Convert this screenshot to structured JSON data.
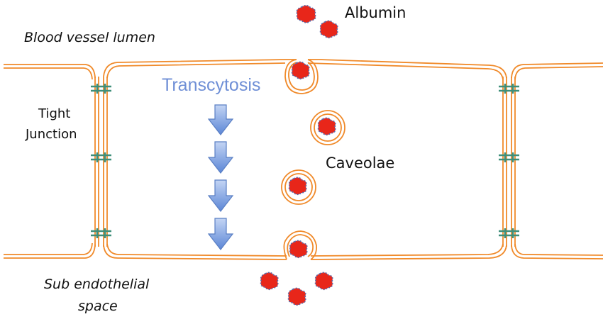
{
  "labels": {
    "lumen": "Blood vessel lumen",
    "sub_line1": "Sub endothelial",
    "sub_line2": "space",
    "albumin": "Albumin",
    "caveolae": "Caveolae",
    "tight_junction_line1": "Tight",
    "tight_junction_line2": "Junction",
    "transcytosis": "Transcytosis"
  },
  "colors": {
    "membrane": "#f08a2a",
    "albumin_fill": "#e8261a",
    "albumin_edge": "#5b6aa8",
    "junction": "#3f8f7a",
    "arrow_top": "#b9cdf2",
    "arrow_bottom": "#5b86d6",
    "arrow_edge": "#5a7fc4"
  }
}
